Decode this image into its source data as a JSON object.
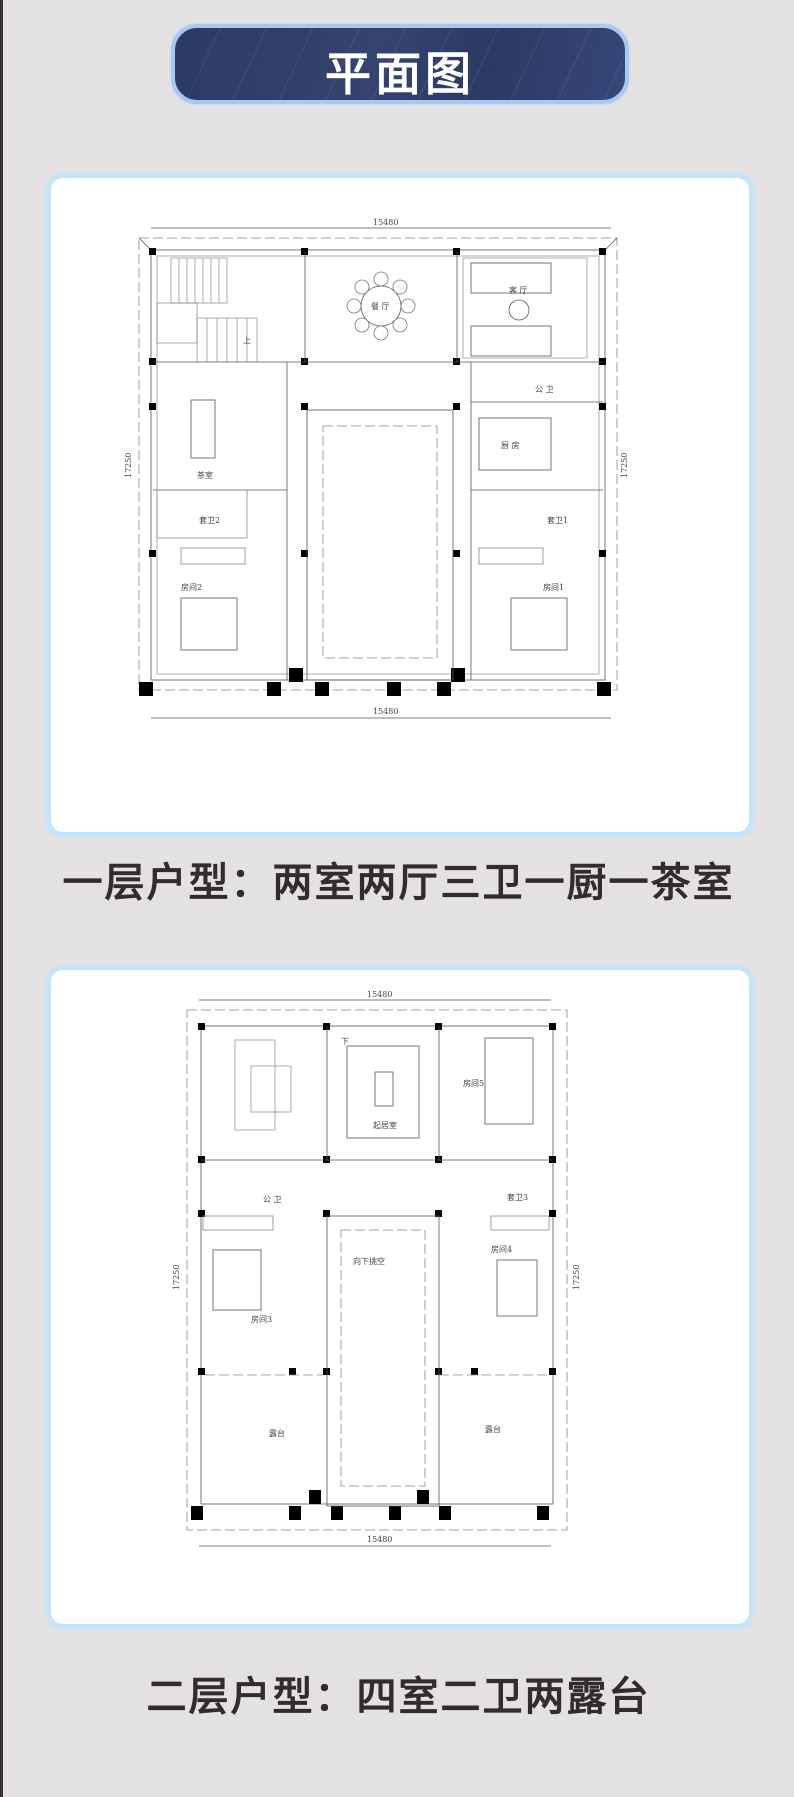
{
  "header": {
    "title": "平面图",
    "banner_color": "#2f3d69",
    "banner_border_color": "#a9c8ef",
    "accent_dot_color": "#e0141b"
  },
  "floor_plans": [
    {
      "floor": "一层",
      "caption": "一层户型：两室两厅三卫一厨一茶室",
      "dimensions": {
        "width_top": "15480",
        "width_bottom": "15480",
        "depth_left": "17250",
        "depth_right": "17250"
      },
      "rooms": {
        "dining": "餐 厅",
        "living": "客 厅",
        "tea_room": "茶室",
        "public_bath": "公 卫",
        "kitchen": "厨 房",
        "ensuite_2": "套卫2",
        "ensuite_1": "套卫1",
        "room_2": "房间2",
        "room_1": "房间1",
        "stair_up": "上"
      }
    },
    {
      "floor": "二层",
      "caption": "二层户型：四室二卫两露台",
      "dimensions": {
        "width_top": "15480",
        "width_bottom": "15480",
        "depth_left": "17250",
        "depth_right": "17250"
      },
      "rooms": {
        "lounge": "起居室",
        "room_5": "房间5",
        "public_bath": "公 卫",
        "ensuite_3": "套卫3",
        "void": "向下挑空",
        "room_3": "房间3",
        "room_4": "房间4",
        "terrace_left": "露台",
        "terrace_right": "露台",
        "stair_down": "下"
      }
    }
  ],
  "colors": {
    "page_background": "#e4e1e2",
    "card_border": "#c7e4f8",
    "caption_text": "#332b2c"
  }
}
